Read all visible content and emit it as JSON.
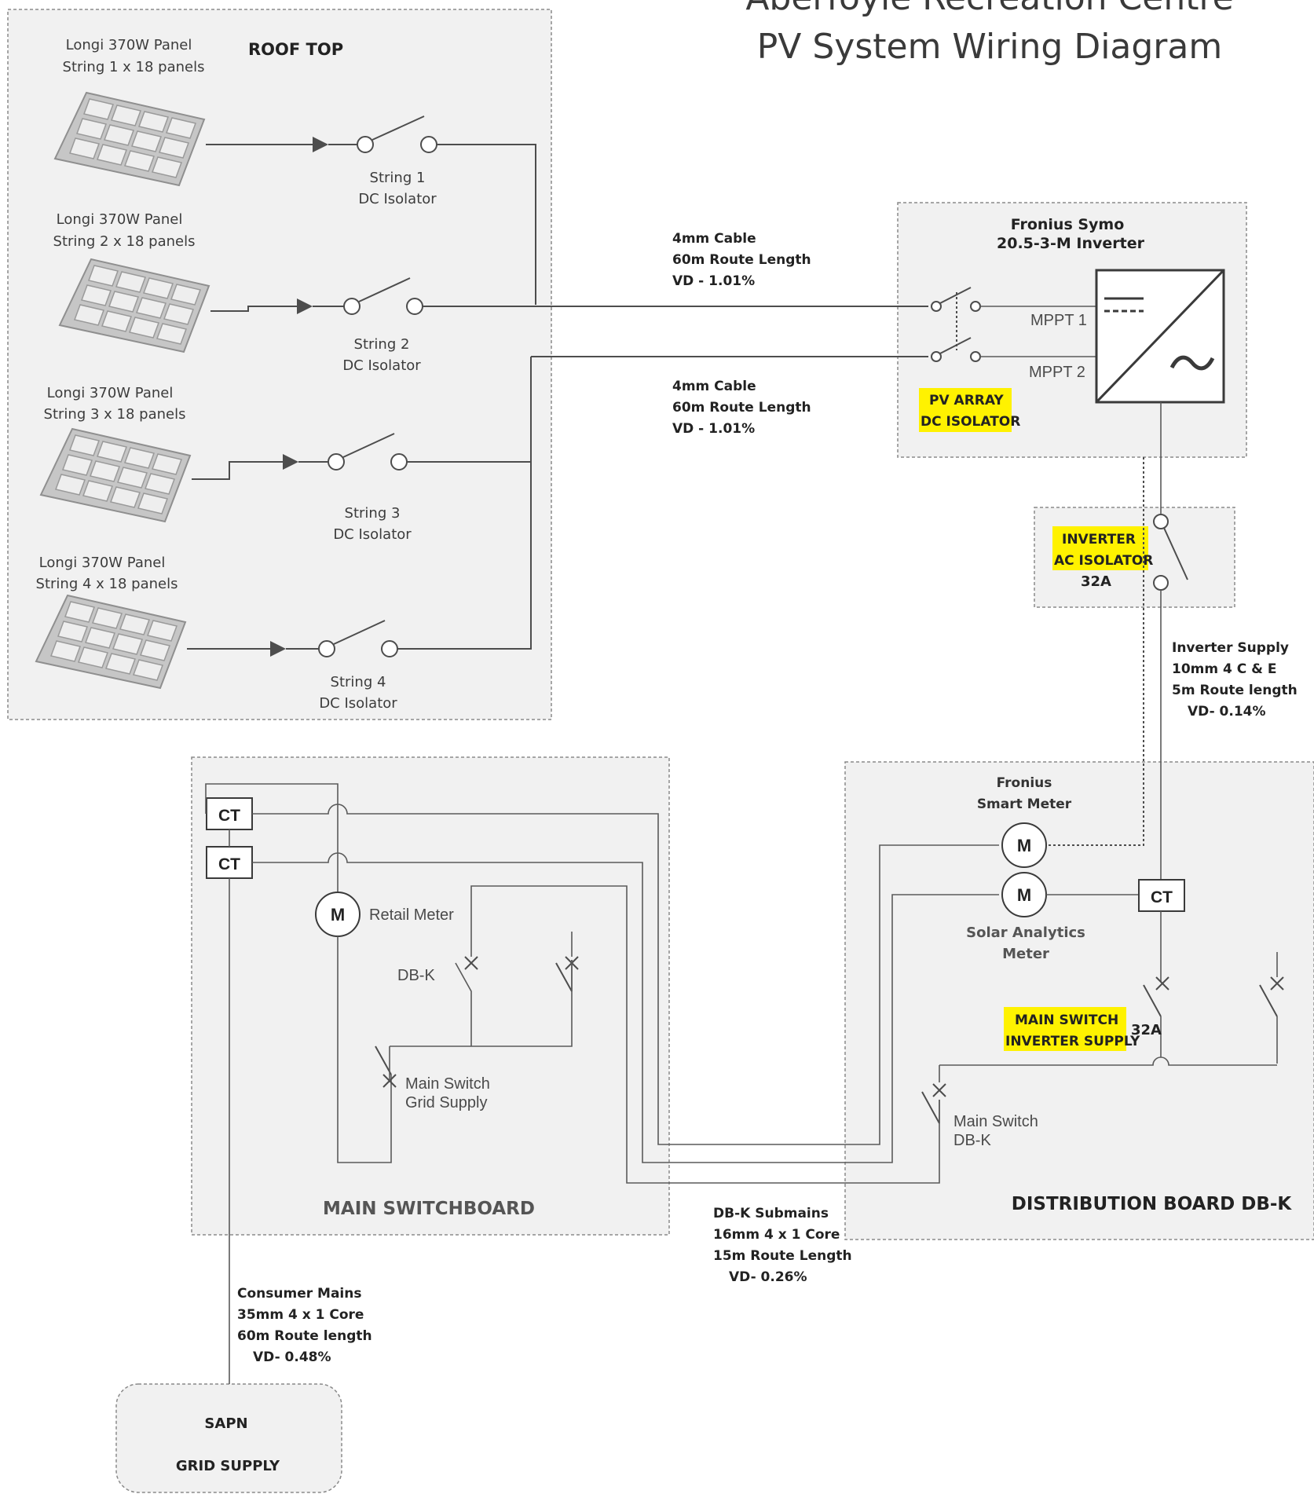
{
  "title": {
    "line1": "Aberfoyle Recreation Centre",
    "line2": "PV System  Wiring Diagram"
  },
  "roof": {
    "heading": "ROOF TOP",
    "strings": [
      {
        "panel_l1": "Longi 370W Panel",
        "panel_l2": "String 1 x 18 panels",
        "iso_l1": "String 1",
        "iso_l2": "DC Isolator"
      },
      {
        "panel_l1": "Longi 370W Panel",
        "panel_l2": "String 2 x 18 panels",
        "iso_l1": "String 2",
        "iso_l2": "DC Isolator"
      },
      {
        "panel_l1": "Longi 370W Panel",
        "panel_l2": "String 3 x 18 panels",
        "iso_l1": "String 3",
        "iso_l2": "DC Isolator"
      },
      {
        "panel_l1": "Longi 370W Panel",
        "panel_l2": "String 4 x 18 panels",
        "iso_l1": "String 4",
        "iso_l2": "DC Isolator"
      }
    ]
  },
  "cables": {
    "dc1": [
      "4mm Cable",
      "60m Route Length",
      "VD - 1.01%"
    ],
    "dc2": [
      "4mm Cable",
      "60m Route Length",
      "VD - 1.01%"
    ],
    "inverter_supply": [
      "Inverter Supply",
      "10mm 4 C & E",
      "5m Route length",
      "VD- 0.14%"
    ],
    "submains": [
      "DB-K Submains",
      "16mm 4 x 1 Core",
      "15m Route Length",
      "VD- 0.26%"
    ],
    "consumer_mains": [
      "Consumer Mains",
      "35mm 4 x 1 Core",
      "60m Route length",
      "VD- 0.48%"
    ]
  },
  "inverter": {
    "name_l1": "Fronius Symo",
    "name_l2": "20.5-3-M Inverter",
    "mppt1": "MPPT 1",
    "mppt2": "MPPT 2",
    "pv_iso_l1": "PV ARRAY",
    "pv_iso_l2": "DC ISOLATOR"
  },
  "ac_isolator": {
    "l1": "INVERTER",
    "l2": "AC ISOLATOR",
    "rating": "32A"
  },
  "main_switchboard": {
    "heading": "MAIN SWITCHBOARD",
    "ct1": "CT",
    "ct2": "CT",
    "meter_symbol": "M",
    "meter_label": "Retail Meter",
    "dbk_label": "DB-K",
    "main_switch_l1": "Main Switch",
    "main_switch_l2": "Grid Supply"
  },
  "db_k": {
    "heading": "DISTRIBUTION BOARD DB-K",
    "smart_meter_l1": "Fronius",
    "smart_meter_l2": "Smart Meter",
    "meter1_symbol": "M",
    "meter2_symbol": "M",
    "analytics_l1": "Solar Analytics",
    "analytics_l2": "Meter",
    "ct": "CT",
    "inv_switch_l1": "MAIN SWITCH",
    "inv_switch_l2": "INVERTER SUPPLY",
    "inv_switch_rating": "32A",
    "main_switch_l1": "Main Switch",
    "main_switch_l2": "DB-K"
  },
  "grid": {
    "l1": "SAPN",
    "l2": "GRID SUPPLY"
  },
  "colors": {
    "highlight": "#fff200",
    "box_fill": "#f1f1f1",
    "wire": "#4d4d4d"
  }
}
